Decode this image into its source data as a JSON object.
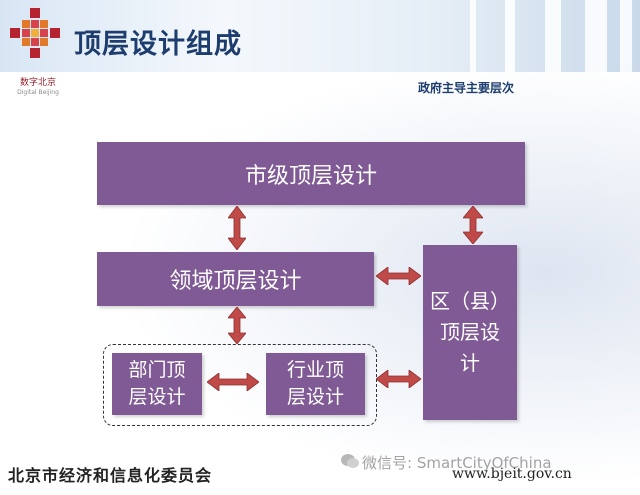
{
  "header": {
    "title": "顶层设计组成",
    "subtitle": "政府主导主要层次"
  },
  "logo": {
    "name": "数字北京",
    "sub": "Digital Beijing"
  },
  "diagram": {
    "city": "市级顶层设计",
    "domain": "领域顶层设计",
    "district_line1": "区（县）",
    "district_line2": "顶层设",
    "district_line3": "计",
    "dept_line1": "部门顶",
    "dept_line2": "层设计",
    "industry_line1": "行业顶",
    "industry_line2": "层设计"
  },
  "footer": {
    "org": "北京市经济和信息化委员会",
    "url": "www.bjeit.gov.cn"
  },
  "watermark": {
    "text": "微信号: SmartCityOfChina"
  },
  "colors": {
    "box": "#805a95",
    "arrow": "#c04a48",
    "title": "#1d3d6e"
  }
}
